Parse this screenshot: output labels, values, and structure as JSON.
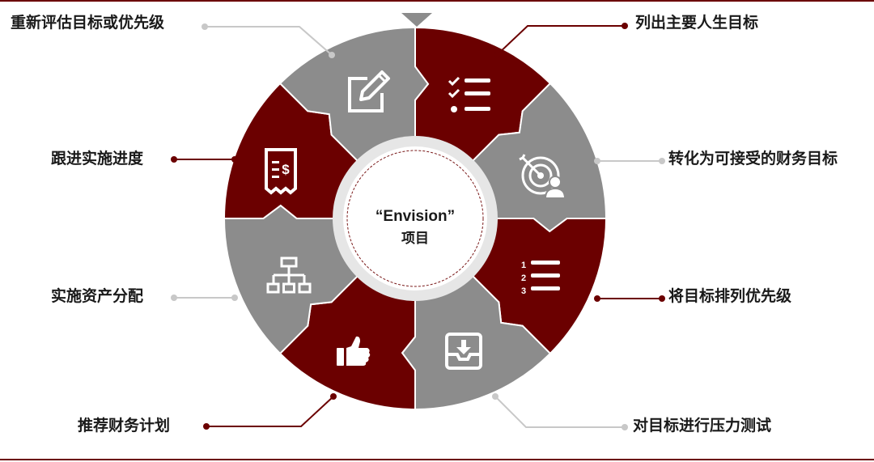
{
  "colors": {
    "dark_red": "#6b0000",
    "gray": "#8c8c8c",
    "light_gray": "#c8c8c8",
    "ring": "#e6e6e6",
    "text": "#1a1a1a"
  },
  "center": {
    "title": "“Envision”",
    "subtitle": "项目"
  },
  "steps": [
    {
      "label": "列出主要人生目标",
      "icon": "checklist-icon"
    },
    {
      "label": "转化为可接受的财务目标",
      "icon": "target-person-icon"
    },
    {
      "label": "将目标排列优先级",
      "icon": "numbered-list-icon"
    },
    {
      "label": "对目标进行压力测试",
      "icon": "download-tray-icon"
    },
    {
      "label": "推荐财务计划",
      "icon": "thumbs-up-icon"
    },
    {
      "label": "实施资产分配",
      "icon": "hierarchy-icon"
    },
    {
      "label": "跟进实施进度",
      "icon": "receipt-icon"
    },
    {
      "label": "重新评估目标或优先级",
      "icon": "edit-icon"
    }
  ]
}
